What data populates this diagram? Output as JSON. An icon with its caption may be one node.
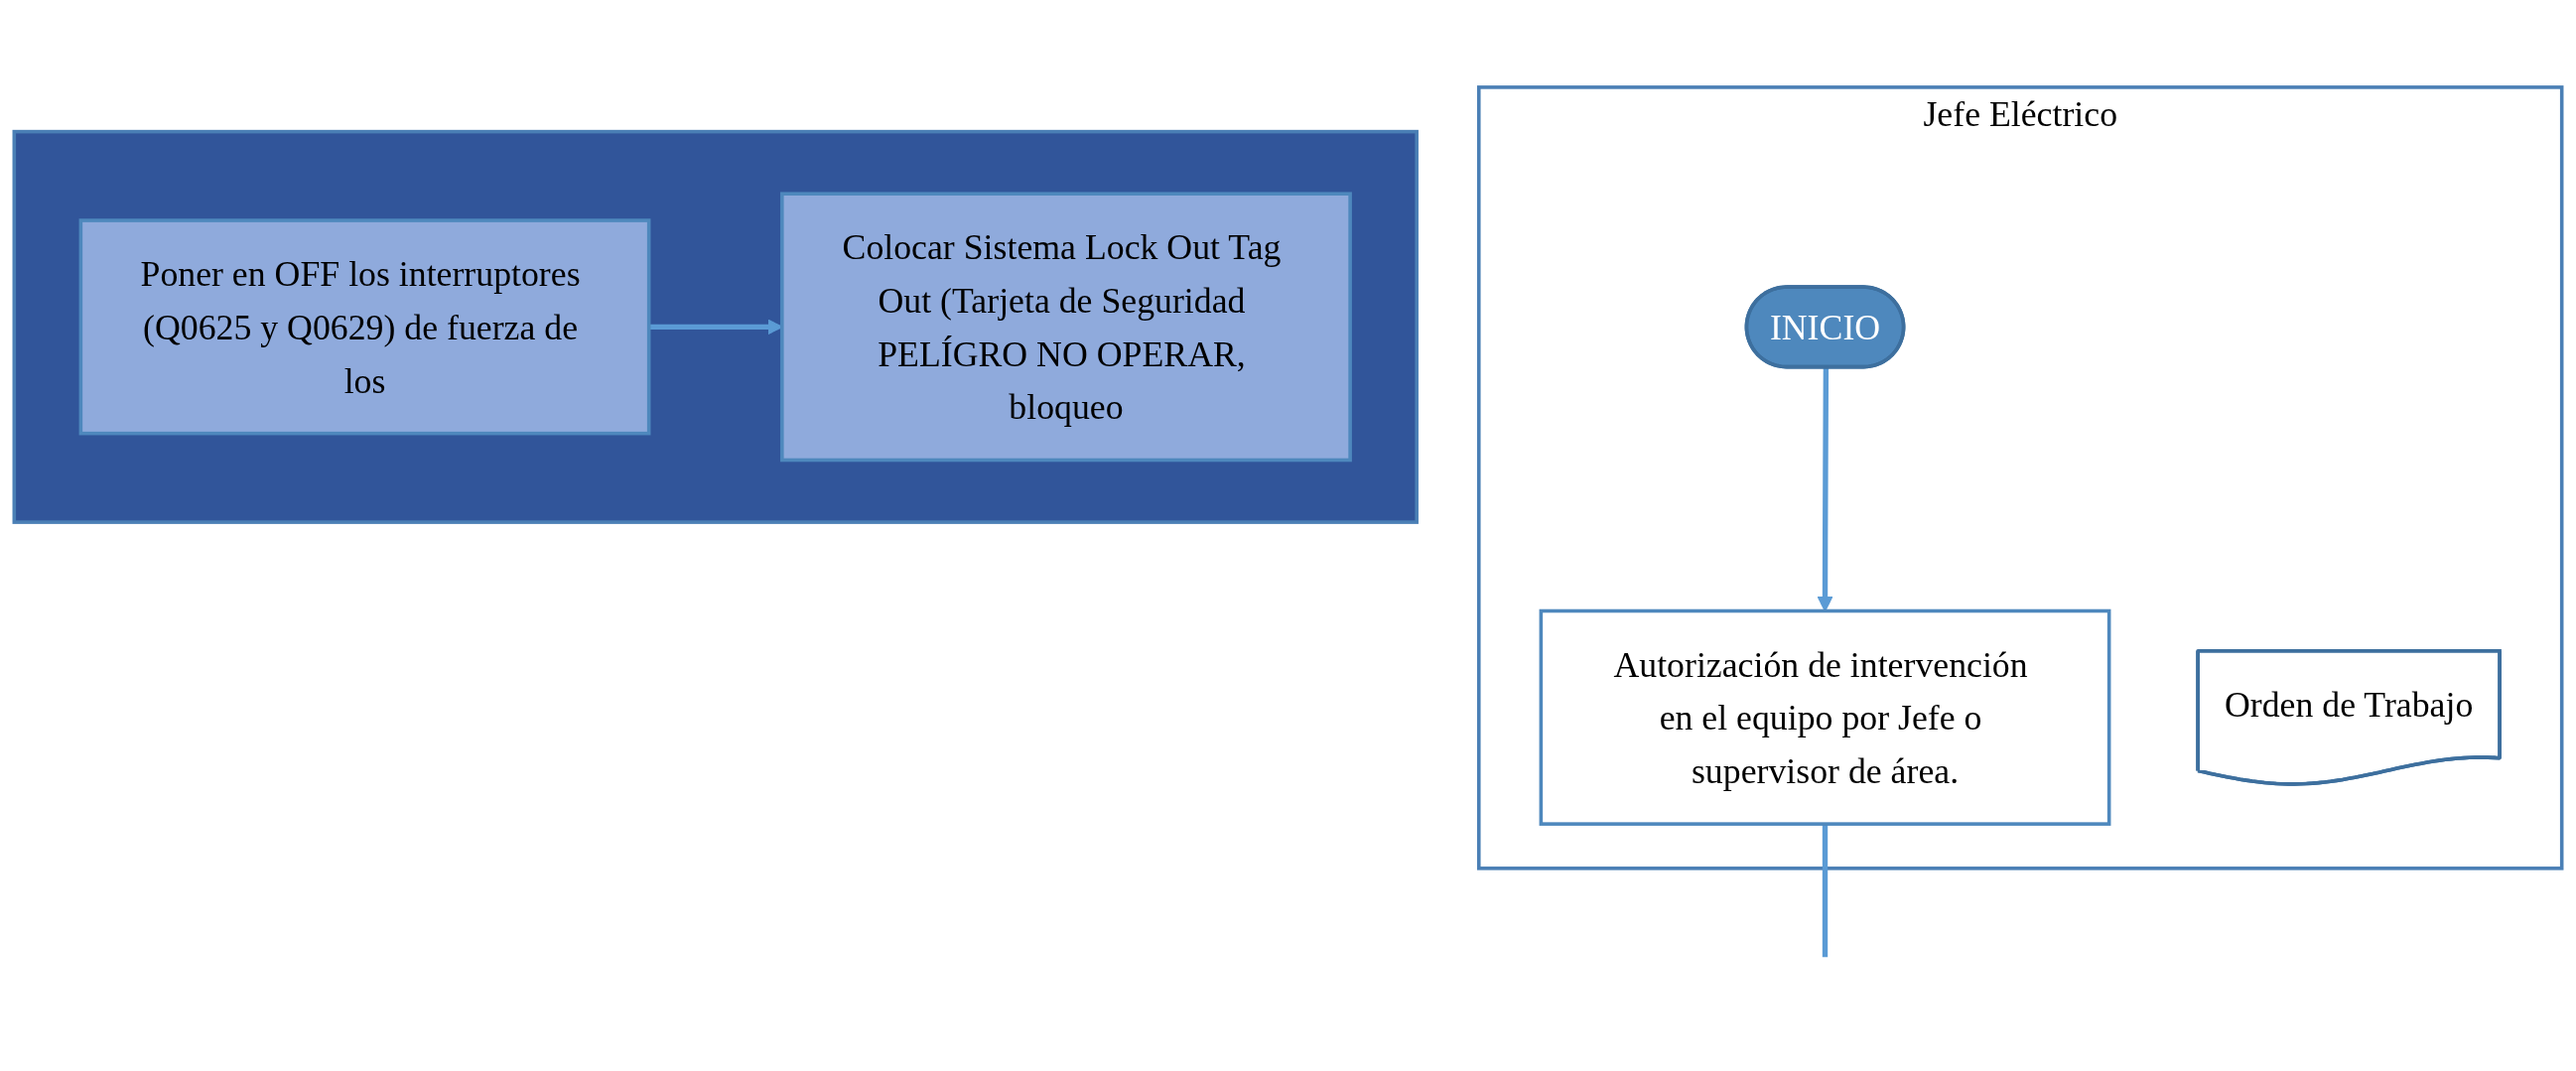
{
  "diagram": {
    "nodes": [
      {
        "text": [
          "Jefe Eléctrico"
        ]
      },
      {
        "text": [
          "INICIO"
        ],
        "in": 0
      },
      {
        "text": [
          "Autorización de intervención en el equipo por Jefe o supervisor de área."
        ],
        "in": 0
      },
      {
        "text": [
          "Orden de Trabajo"
        ],
        "in": 0
      },
      {
        "text": [],
        "shape": "box"
      },
      {
        "text": [
          "Poner en OFF los interruptores (Q0625 y Q0629) de fuerza de los"
        ],
        "in": 4
      },
      {
        "text": [
          "Colocar Sistema Lock Out Tag Out (Tarjeta de Seguridad PELÍGRO NO OPERAR, bloqueo"
        ],
        "in": 4
      }
    ],
    "edges": [
      {
        "from": 1,
        "to": 2,
        "arrow": "to"
      },
      {
        "from": 2,
        "to": null,
        "arrow": "none"
      },
      {
        "from": 5,
        "to": 6,
        "arrow": "to"
      }
    ]
  }
}
